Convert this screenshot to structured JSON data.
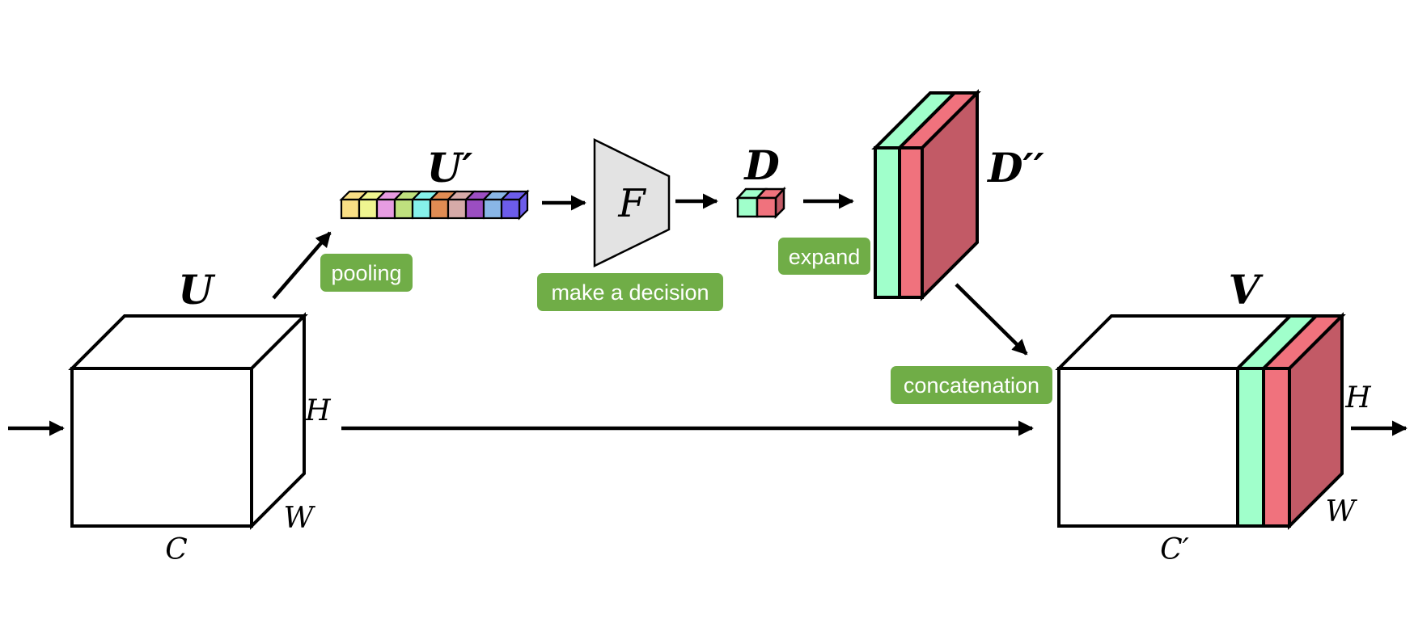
{
  "labels": {
    "U": "U",
    "U_prime": "U′",
    "D": "D",
    "D_double_prime": "D′′",
    "V": "V",
    "F": "F",
    "H_left": "H",
    "W_left": "W",
    "C": "C",
    "H_right": "H",
    "W_right": "W",
    "C_prime": "C′"
  },
  "operations": {
    "pooling": "pooling",
    "make_decision": "make a decision",
    "expand": "expand",
    "concatenation": "concatenation"
  },
  "colors": {
    "tag_green": "#70ad47",
    "mint": "#a0ffcb",
    "salmon": "#f0727d",
    "salmon_dark": "#c25a66",
    "trapezoid_fill": "#e3e3e3",
    "pooled_cells": [
      "#f9df85",
      "#eff590",
      "#e79ce1",
      "#bfe07e",
      "#86f1ea",
      "#e08c53",
      "#d6aaa8",
      "#9b4ec1",
      "#89b6e7",
      "#6c5cea"
    ]
  }
}
